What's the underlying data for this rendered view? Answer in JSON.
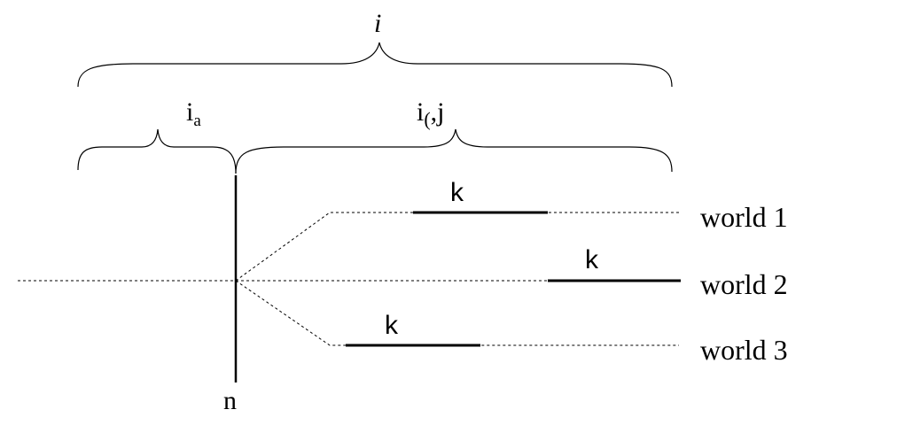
{
  "labels": {
    "top_brace": "i",
    "left_brace": "i",
    "left_brace_sub": "a",
    "right_brace": "i",
    "right_brace_sub": "(",
    "right_brace_tail": ",j",
    "cut_line": "n",
    "interval_label": "k"
  },
  "worlds": [
    {
      "name": "world 1"
    },
    {
      "name": "world 2"
    },
    {
      "name": "world 3"
    }
  ]
}
